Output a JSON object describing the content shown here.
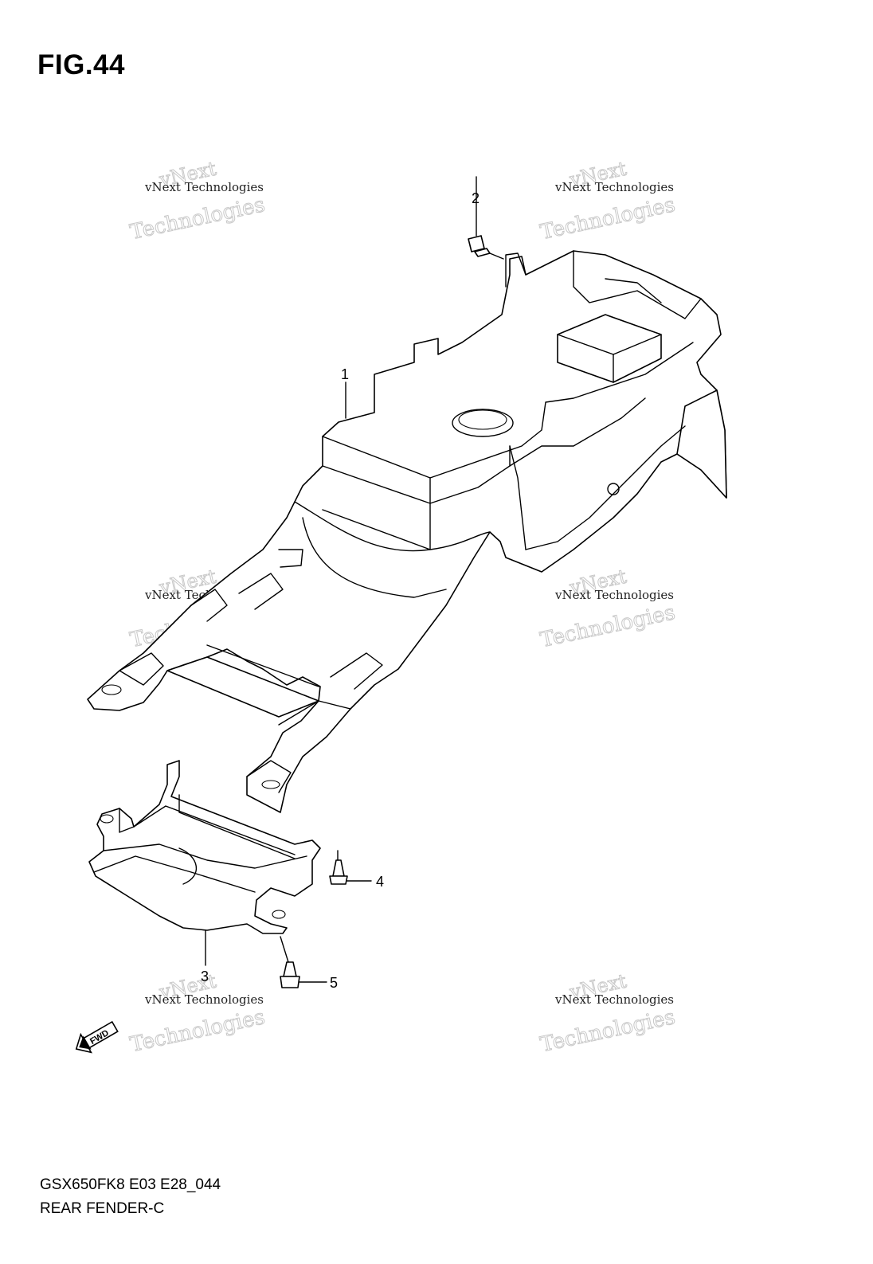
{
  "figure": {
    "title": "FIG.44",
    "code": "GSX650FK8 E03 E28_044",
    "name": "REAR FENDER-C"
  },
  "callouts": [
    "1",
    "2",
    "3",
    "4",
    "5"
  ],
  "direction_badge": "FWD",
  "watermark": {
    "line1": "vNext Technologies",
    "line2": "vNext",
    "line3": "Technologies"
  },
  "colors": {
    "ink": "#000000",
    "watermark": "#c8c8c8",
    "background": "#ffffff"
  }
}
